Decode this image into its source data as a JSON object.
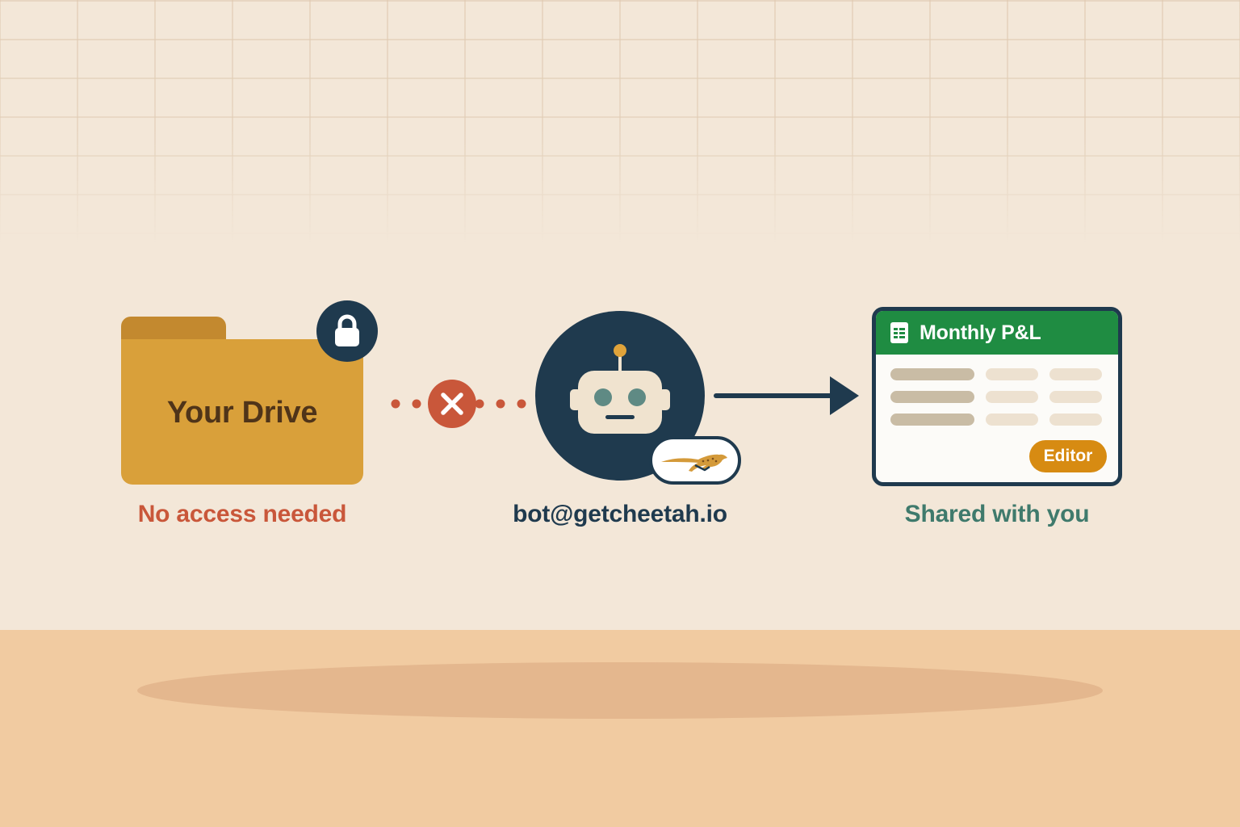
{
  "colors": {
    "background": "#f3e7d8",
    "floor": "#f1cba1",
    "folder": "#d9a03a",
    "navy": "#1f3a4e",
    "blocked_red": "#c9573a",
    "sheets_green": "#1f8c42",
    "editor_orange": "#d78b12",
    "shared_teal": "#3f7a6c"
  },
  "folder": {
    "label": "Your Drive",
    "caption": "No access needed",
    "badge_icon": "lock-icon"
  },
  "connector": {
    "icon": "x-icon"
  },
  "bot": {
    "email": "bot@getcheetah.io",
    "icon": "robot-icon",
    "badge_icon": "cheetah-logo-icon"
  },
  "sheet": {
    "icon": "sheets-icon",
    "title": "Monthly P&L",
    "role": "Editor",
    "caption": "Shared with you"
  }
}
